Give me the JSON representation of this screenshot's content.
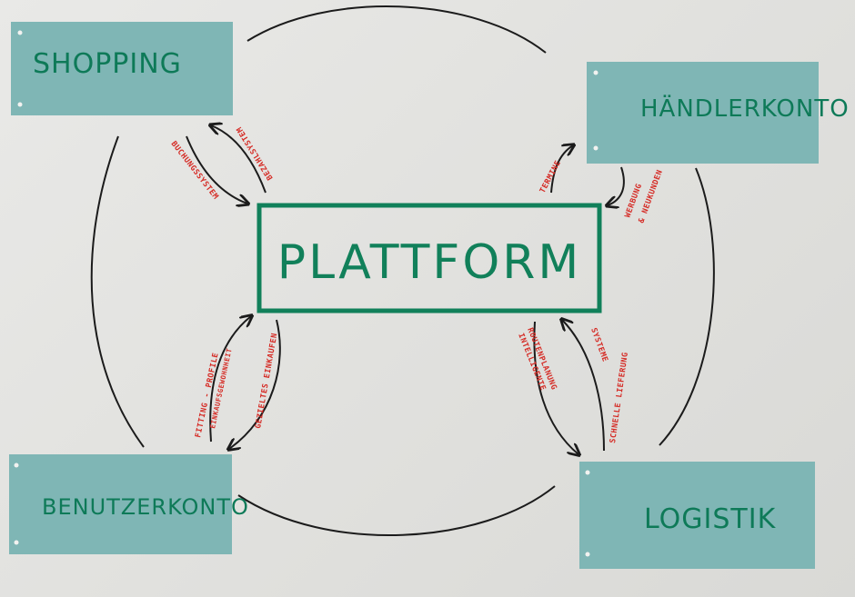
{
  "diagram": {
    "center": {
      "label": "PLATTFORM"
    },
    "nodes": {
      "shopping": {
        "label": "SHOPPING"
      },
      "haendlerkonto": {
        "label": "HÄNDLERKONTO"
      },
      "benutzerkonto": {
        "label": "BENUTZERKONTO"
      },
      "logistik": {
        "label": "LOGISTIK"
      }
    },
    "edges": {
      "bezahlsystem": "BEZAHLSYSTEM",
      "buchungssystem": "BUCHUNGSSYSTEM",
      "termine": "TERMINE",
      "werbung": "WERBUNG",
      "neukunden": "& NEUKUNDEN",
      "fitting_profile": "FITTING - PROFILE",
      "einkaufsgewohnheit": "EINKAUFSGEWOHNHEIT",
      "gezieltes_einkaufen": "GEZIELTES EINKAUFEN",
      "intelligente": "INTELLIGENTE",
      "routenplanung": "ROUTENPLANUNG",
      "schnelle": "SCHNELLE LIEFERUNG",
      "systeme": "SYSTEME"
    },
    "colors": {
      "card": "#7fb6b5",
      "green_text": "#0e7a58",
      "center_border": "#11805a",
      "red_text": "#d52a24",
      "line": "#1b1b1b"
    }
  }
}
